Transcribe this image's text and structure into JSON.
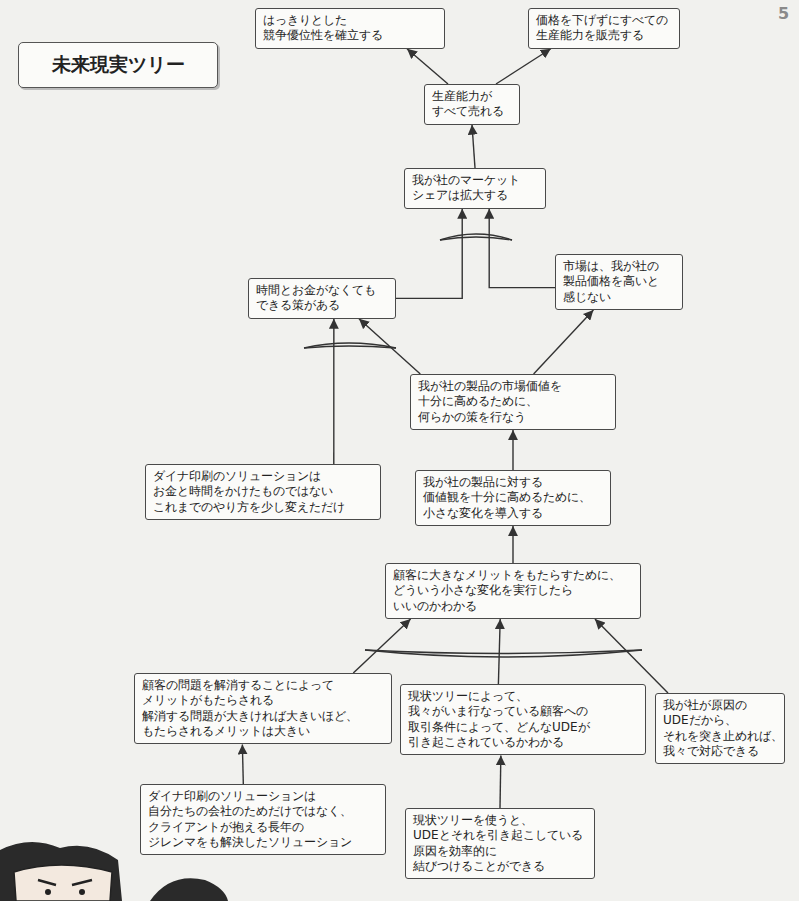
{
  "diagram": {
    "title": "未来現実ツリー",
    "nodes": [
      {
        "text": [
          "はっきりとした 競争優位性を確立する"
        ]
      },
      {
        "text": [
          "価格を下げずにすべての 生産能力を販売する"
        ]
      },
      {
        "text": [
          "生産能力が すべて売れる"
        ]
      },
      {
        "text": [
          "我が社のマーケット シェアは拡大する"
        ]
      },
      {
        "text": [
          "時間とお金がなくても できる策がある"
        ]
      },
      {
        "text": [
          "市場は、我が社の 製品価格を高いと 感じない"
        ]
      },
      {
        "text": [
          "我が社の製品の市場価値を 十分に高めるために、 何らかの策を行なう"
        ]
      },
      {
        "text": [
          "ダイナ印刷のソリューションは お金と時間をかけたものではない これまでのやり方を少し変えただけ"
        ]
      },
      {
        "text": [
          "我が社の製品に対する 価値観を十分に高めるために、 小さな変化を導入する"
        ]
      },
      {
        "text": [
          "顧客に大きなメリットをもたらすために、 どういう小さな変化を実行したら いいのかわかる"
        ]
      },
      {
        "text": [
          "顧客の問題を解消することによって メリットがもたらされる 解消する問題が大きければ大きいほど、 もたらされるメリットは大きい"
        ]
      },
      {
        "text": [
          "現状ツリーによって、 我々がいま行なっている顧客への 取引条件によって、どんなUDEが 引き起こされているかわかる"
        ]
      },
      {
        "text": [
          "我が社が原因の UDEだから、 それを突き止めれば、 我々で対応できる"
        ]
      },
      {
        "text": [
          "ダイナ印刷のソリューションは 自分たちの会社のためだけではなく、 クライアントが抱える長年の ジレンマをも解決したソリューション"
        ]
      },
      {
        "text": [
          "現状ツリーを使うと、 UDEとそれを引き起こしている 原因を効率的に 結びつけることができる"
        ]
      }
    ],
    "edges": [
      {
        "from": 2,
        "to": 0,
        "arrow": "to"
      },
      {
        "from": 2,
        "to": 1,
        "arrow": "to"
      },
      {
        "from": 3,
        "to": 2,
        "arrow": "to"
      },
      {
        "from": 4,
        "to": 3,
        "arrow": "to"
      },
      {
        "from": 5,
        "to": 3,
        "arrow": "to"
      },
      {
        "from": 6,
        "to": 4,
        "arrow": "to"
      },
      {
        "from": 7,
        "to": 4,
        "arrow": "to"
      },
      {
        "from": 6,
        "to": 5,
        "arrow": "to"
      },
      {
        "from": 8,
        "to": 6,
        "arrow": "to"
      },
      {
        "from": 9,
        "to": 8,
        "arrow": "to"
      },
      {
        "from": 10,
        "to": 9,
        "arrow": "to"
      },
      {
        "from": 11,
        "to": 9,
        "arrow": "to"
      },
      {
        "from": 12,
        "to": 9,
        "arrow": "to"
      },
      {
        "from": 13,
        "to": 10,
        "arrow": "to"
      },
      {
        "from": 14,
        "to": 11,
        "arrow": "to"
      }
    ],
    "labels": [
      "5"
    ]
  }
}
